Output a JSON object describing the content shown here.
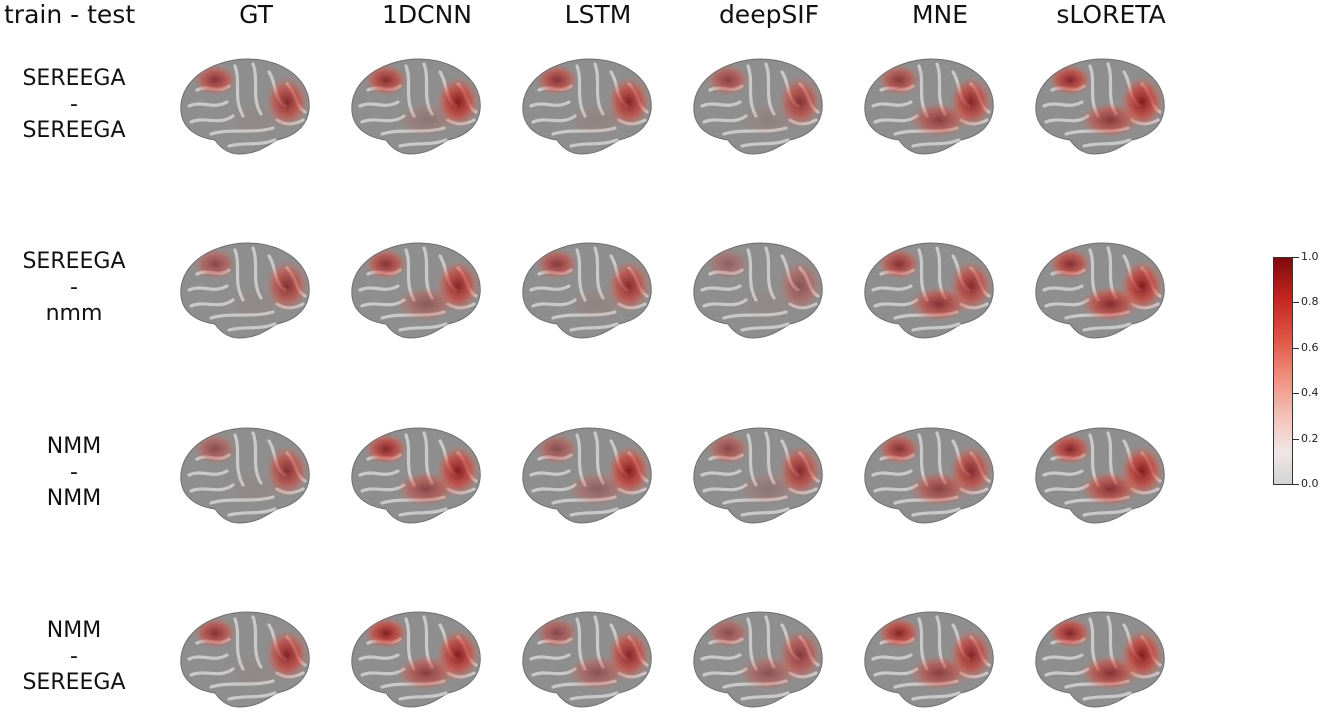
{
  "figure": {
    "corner_label": "train - test",
    "columns": [
      "GT",
      "1DCNN",
      "LSTM",
      "deepSIF",
      "MNE",
      "sLORETA"
    ],
    "rows": [
      {
        "lines": [
          "SEREEGA",
          "-",
          "SEREEGA"
        ]
      },
      {
        "lines": [
          "SEREEGA",
          "-",
          "nmm"
        ]
      },
      {
        "lines": [
          "NMM",
          "-",
          "NMM"
        ]
      },
      {
        "lines": [
          "NMM",
          "-",
          "SEREEGA"
        ]
      }
    ],
    "colorbar": {
      "min": 0.0,
      "max": 1.0,
      "ticks": [
        "0.0",
        "0.2",
        "0.4",
        "0.6",
        "0.8",
        "1.0"
      ],
      "low_color": "#d4d4d4",
      "high_color": "#7f0a0d"
    },
    "activation_levels": [
      [
        [
          0.7,
          0.75,
          0.05
        ],
        [
          0.75,
          0.85,
          0.2
        ],
        [
          0.7,
          0.8,
          0.1
        ],
        [
          0.6,
          0.7,
          0.1
        ],
        [
          0.65,
          0.8,
          0.6
        ],
        [
          0.8,
          0.85,
          0.65
        ]
      ],
      [
        [
          0.55,
          0.7,
          0.05
        ],
        [
          0.7,
          0.8,
          0.4
        ],
        [
          0.65,
          0.75,
          0.1
        ],
        [
          0.35,
          0.45,
          0.05
        ],
        [
          0.7,
          0.75,
          0.7
        ],
        [
          0.75,
          0.85,
          0.75
        ]
      ],
      [
        [
          0.5,
          0.7,
          0.05
        ],
        [
          0.8,
          0.85,
          0.55
        ],
        [
          0.5,
          0.85,
          0.35
        ],
        [
          0.55,
          0.75,
          0.2
        ],
        [
          0.7,
          0.75,
          0.6
        ],
        [
          0.8,
          0.85,
          0.7
        ]
      ],
      [
        [
          0.7,
          0.8,
          0.05
        ],
        [
          0.85,
          0.85,
          0.6
        ],
        [
          0.55,
          0.8,
          0.45
        ],
        [
          0.5,
          0.65,
          0.45
        ],
        [
          0.8,
          0.8,
          0.6
        ],
        [
          0.8,
          0.85,
          0.7
        ]
      ]
    ]
  }
}
